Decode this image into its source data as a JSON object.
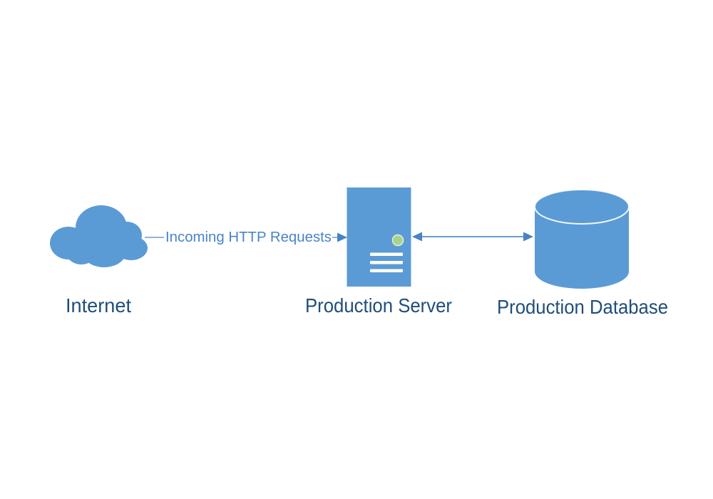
{
  "colors": {
    "background": "#ffffff",
    "shape": "#5b9bd5",
    "label": "#1f4e79",
    "flow_label": "#4a84c6",
    "arrow_line": "#6c9bd2",
    "arrowhead": "#4a82c4",
    "led": "#a9d18e",
    "vent": "#ffffff"
  },
  "nodes": {
    "internet": {
      "label": "Internet",
      "shape": "cloud"
    },
    "server": {
      "label": "Production Server",
      "shape": "server-tower"
    },
    "database": {
      "label": "Production Database",
      "shape": "cylinder"
    }
  },
  "edges": {
    "incoming": {
      "label": "Incoming HTTP Requests",
      "from": "internet",
      "to": "server",
      "direction": "right"
    },
    "server_db": {
      "label": "",
      "from": "server",
      "to": "database",
      "direction": "both"
    }
  }
}
